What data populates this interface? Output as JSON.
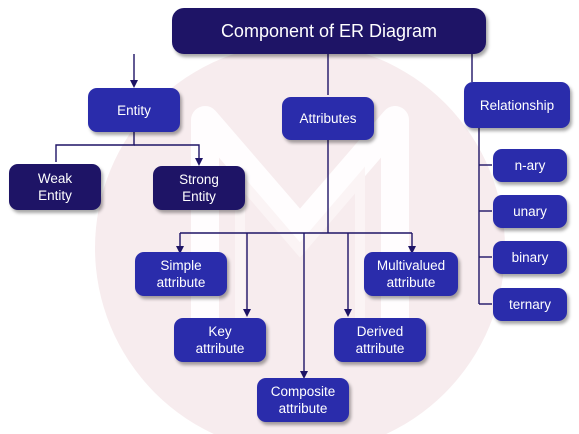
{
  "diagram": {
    "title": "Component of ER Diagram",
    "nodes": {
      "entity": "Entity",
      "attributes": "Attributes",
      "relationship": "Relationship",
      "weak_entity": "Weak\nEntity",
      "strong_entity": "Strong\nEntity",
      "simple_attribute": "Simple\nattribute",
      "key_attribute": "Key\nattribute",
      "composite_attribute": "Composite\nattribute",
      "derived_attribute": "Derived\nattribute",
      "multivalued_attribute": "Multivalued\nattribute",
      "n_ary": "n-ary",
      "unary": "unary",
      "binary": "binary",
      "ternary": "ternary"
    }
  },
  "colors": {
    "dark_node": "#1e1466",
    "blue_node": "#2a2cab",
    "connector": "#1e1466",
    "watermark": "#f4e4e6"
  },
  "watermark_icon": "m-logo-icon"
}
